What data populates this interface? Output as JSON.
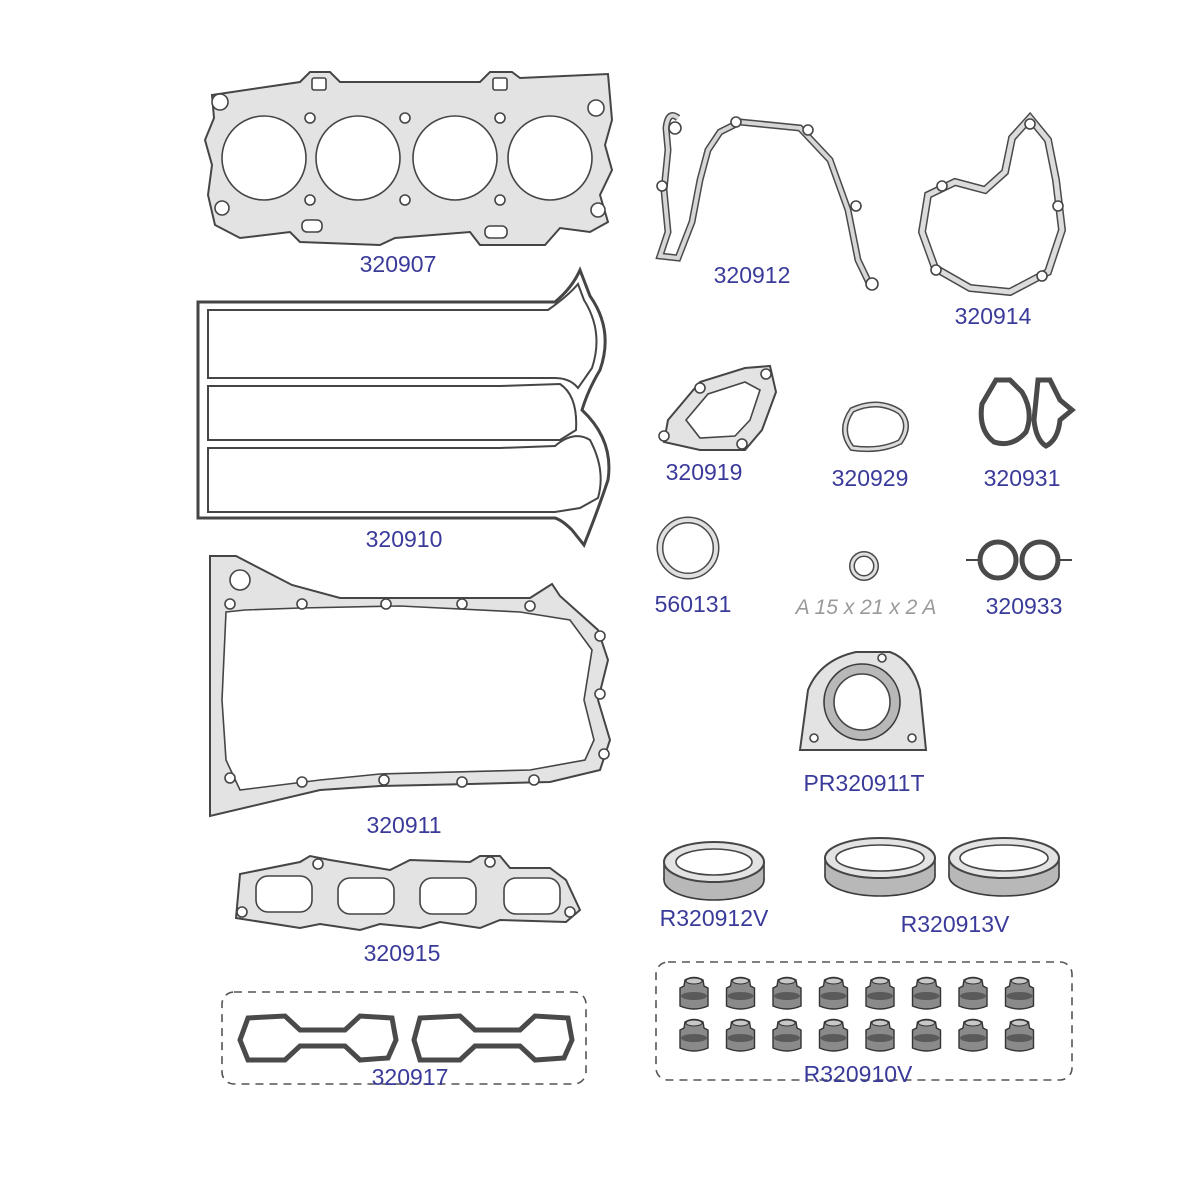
{
  "labels": {
    "p320907": "320907",
    "p320912": "320912",
    "p320914": "320914",
    "p320910": "320910",
    "p320919": "320919",
    "p320929": "320929",
    "p320931": "320931",
    "p560131": "560131",
    "pA15": "A 15 x 21 x 2 A",
    "p320933": "320933",
    "pPR320911T": "PR320911T",
    "p320911": "320911",
    "p320915": "320915",
    "pR320912V": "R320912V",
    "pR320913V": "R320913V",
    "p320917": "320917",
    "pR320910V": "R320910V"
  },
  "colors": {
    "label": "#3a3a9a",
    "note": "#9a9a9a",
    "gasket_fill": "#e3e3e3",
    "gasket_stroke": "#454545"
  }
}
